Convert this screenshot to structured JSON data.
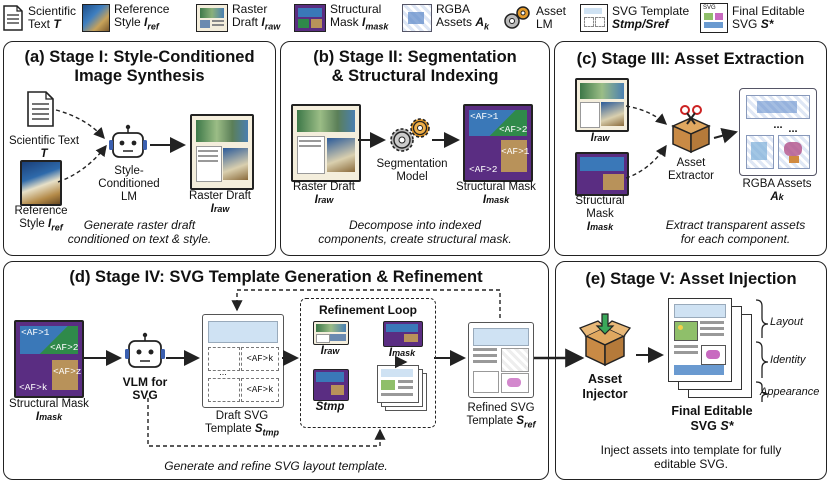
{
  "legend": [
    {
      "icon": "document-icon",
      "l1": "Scientific",
      "l2": "Text",
      "sym": "T"
    },
    {
      "icon": "reference-style-icon",
      "l1": "Reference",
      "l2": "Style",
      "sym": "I",
      "sub": "ref"
    },
    {
      "icon": "raster-draft-icon",
      "l1": "Raster",
      "l2": "Draft",
      "sym": "I",
      "sub": "raw"
    },
    {
      "icon": "structural-mask-icon",
      "l1": "Structural",
      "l2": "Mask",
      "sym": "I",
      "sub": "mask"
    },
    {
      "icon": "rgba-assets-icon",
      "l1": "RGBA",
      "l2": "Assets",
      "sym": "A",
      "sub": "k"
    },
    {
      "icon": "asset-lm-icon",
      "l1": "Asset",
      "l2": "LM",
      "sym": "",
      "sub": ""
    },
    {
      "icon": "svg-template-icon",
      "l1": "SVG Template",
      "l2": "Stmp/Sref",
      "sym": "",
      "sub": ""
    },
    {
      "icon": "final-svg-icon",
      "l1": "Final Editable",
      "l2": "SVG",
      "sym": "S*",
      "sub": ""
    }
  ],
  "stage1": {
    "title1": "(a) Stage I: Style-Conditioned",
    "title2": "Image Synthesis",
    "sci_text": "Scientific Text",
    "sci_sym": "T",
    "ref_style": "Reference",
    "ref_style2": "Style",
    "ref_sym": "I",
    "ref_sub": "ref",
    "lm_l1": "Style-",
    "lm_l2": "Conditioned",
    "lm_l3": "LM",
    "draft": "Raster Draft",
    "draft_sym": "I",
    "draft_sub": "raw",
    "desc1": "Generate raster draft",
    "desc2": "conditioned on text & style."
  },
  "stage2": {
    "title1": "(b) Stage II: Segmentation",
    "title2": "& Structural Indexing",
    "draft": "Raster Draft",
    "draft_sym": "I",
    "draft_sub": "raw",
    "seg_l1": "Segmentation",
    "seg_l2": "Model",
    "mask": "Structural Mask",
    "mask_sym": "I",
    "mask_sub": "mask",
    "af1": "<AF>1",
    "af2": "<AF>2",
    "af3": "<AF>1",
    "af4": "<AF>2",
    "desc1": "Decompose into indexed",
    "desc2": "components, create structural mask."
  },
  "stage3": {
    "title": "(c) Stage III: Asset Extraction",
    "iraw_sym": "I",
    "iraw_sub": "raw",
    "mask_l1": "Structural",
    "mask_l2": "Mask",
    "mask_sym": "I",
    "mask_sub": "mask",
    "extractor_l1": "Asset",
    "extractor_l2": "Extractor",
    "rgba": "RGBA Assets",
    "rgba_sym": "A",
    "rgba_sub": "k",
    "dots": "...",
    "desc1": "Extract transparent assets",
    "desc2": "for each component."
  },
  "stage4": {
    "title": "(d) Stage IV: SVG Template Generation & Refinement",
    "mask": "Structural Mask",
    "mask_sym": "I",
    "mask_sub": "mask",
    "af1": "<AF>1",
    "af2": "<AF>2",
    "afk": "<AF>k",
    "afz": "<AF>z",
    "vlm_l1": "VLM for",
    "vlm_l2": "SVG",
    "draft_l1": "Draft SVG",
    "draft_l2": "Template",
    "draft_sym": "S",
    "draft_sub": "tmp",
    "afk_box": "<AF>k",
    "afk_box2": "<AF>k",
    "dots": "...",
    "loop_title": "Refinement Loop",
    "loop_iraw_sym": "I",
    "loop_iraw_sub": "raw",
    "loop_imask_sym": "I",
    "loop_imask_sub": "mask",
    "loop_stmp": "Stmp",
    "refined_l1": "Refined SVG",
    "refined_l2": "Template",
    "refined_sym": "S",
    "refined_sub": "ref",
    "desc": "Generate and refine SVG layout template."
  },
  "stage5": {
    "title": "(e) Stage V: Asset Injection",
    "injector_l1": "Asset",
    "injector_l2": "Injector",
    "final_l1": "Final Editable",
    "final_l2": "SVG",
    "final_sym": "S*",
    "layout": "Layout",
    "identity": "Identity",
    "appearance": "Appearance",
    "desc1": "Inject assets into template for fully",
    "desc2": "editable SVG."
  },
  "colors": {
    "mask_purple": "#5a2d82",
    "mask_blue": "#3a78b8",
    "mask_green": "#2f8a4a",
    "mask_tan": "#b8925a",
    "svg_blue": "#cfe2f3",
    "gear_orange": "#e39a2b",
    "box_brown": "#c98a45"
  }
}
